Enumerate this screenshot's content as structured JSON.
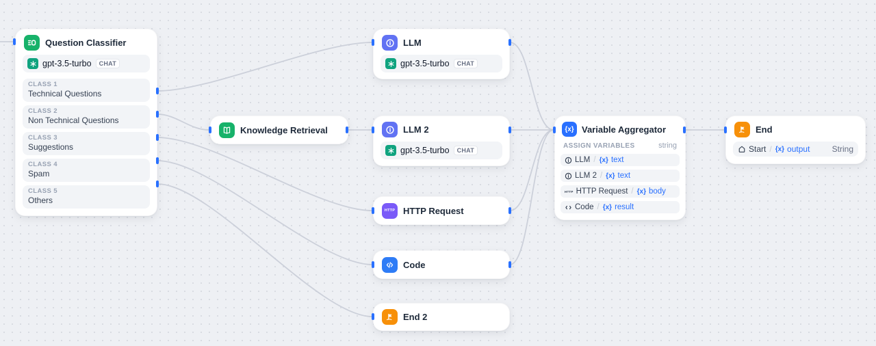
{
  "nodes": {
    "question_classifier": {
      "title": "Question Classifier",
      "model": {
        "name": "gpt-3.5-turbo",
        "mode": "CHAT"
      },
      "classes": [
        {
          "label": "CLASS 1",
          "value": "Technical Questions"
        },
        {
          "label": "CLASS 2",
          "value": "Non Technical Questions"
        },
        {
          "label": "CLASS 3",
          "value": "Suggestions"
        },
        {
          "label": "CLASS 4",
          "value": "Spam"
        },
        {
          "label": "CLASS 5",
          "value": "Others"
        }
      ]
    },
    "knowledge_retrieval": {
      "title": "Knowledge Retrieval"
    },
    "llm": {
      "title": "LLM",
      "model": {
        "name": "gpt-3.5-turbo",
        "mode": "CHAT"
      }
    },
    "llm_2": {
      "title": "LLM 2",
      "model": {
        "name": "gpt-3.5-turbo",
        "mode": "CHAT"
      }
    },
    "http_request": {
      "title": "HTTP Request"
    },
    "code": {
      "title": "Code"
    },
    "end_2": {
      "title": "End 2"
    },
    "variable_aggregator": {
      "title": "Variable Aggregator",
      "section_label": "ASSIGN VARIABLES",
      "output_type": "string",
      "separator": "/",
      "var_token": "{x}",
      "rows": [
        {
          "node": "LLM",
          "variable": "text"
        },
        {
          "node": "LLM 2",
          "variable": "text"
        },
        {
          "node": "HTTP Request",
          "variable": "body"
        },
        {
          "node": "Code",
          "variable": "result"
        }
      ]
    },
    "end": {
      "title": "End",
      "row": {
        "source": "Start",
        "separator": "/",
        "var_token": "{x}",
        "variable": "output",
        "type": "String"
      }
    }
  },
  "colors": {
    "handle": "#2970ff",
    "edge": "#ccd0da",
    "canvas_bg": "#eef0f4",
    "classifier_icon": "#17b26a",
    "knowledge_icon": "#17b26a",
    "llm_icon": "#6172f3",
    "http_icon": "#7a5af8",
    "code_icon": "#2e7cf6",
    "end_icon": "#f79009",
    "aggregator_icon": "#2970ff",
    "openai_icon": "#10a37f",
    "variable_text": "#2970ff"
  }
}
